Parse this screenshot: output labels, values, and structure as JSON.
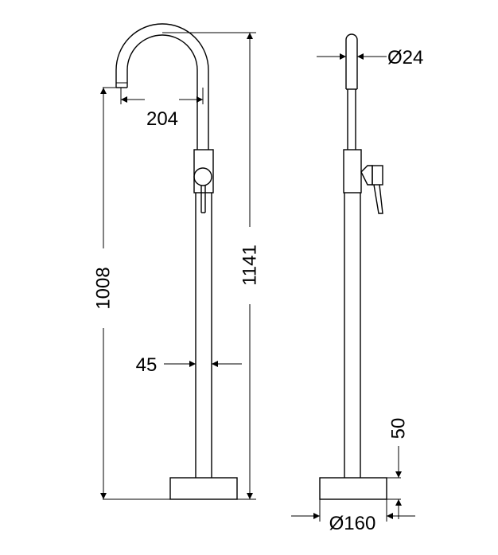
{
  "dimensions": {
    "spout_reach": "204",
    "height_to_spout": "1008",
    "total_height": "1141",
    "body_diameter": "45",
    "spout_diameter": "Ø24",
    "base_height": "50",
    "base_diameter": "Ø160"
  },
  "colors": {
    "line": "#000000",
    "background": "#ffffff"
  }
}
